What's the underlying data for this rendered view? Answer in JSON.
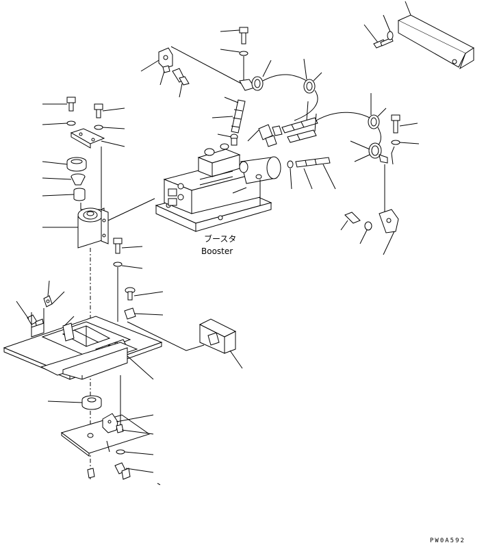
{
  "labels": {
    "booster_jp": "ブースタ",
    "booster_en": "Booster",
    "drawing_code": "PW0A592"
  }
}
